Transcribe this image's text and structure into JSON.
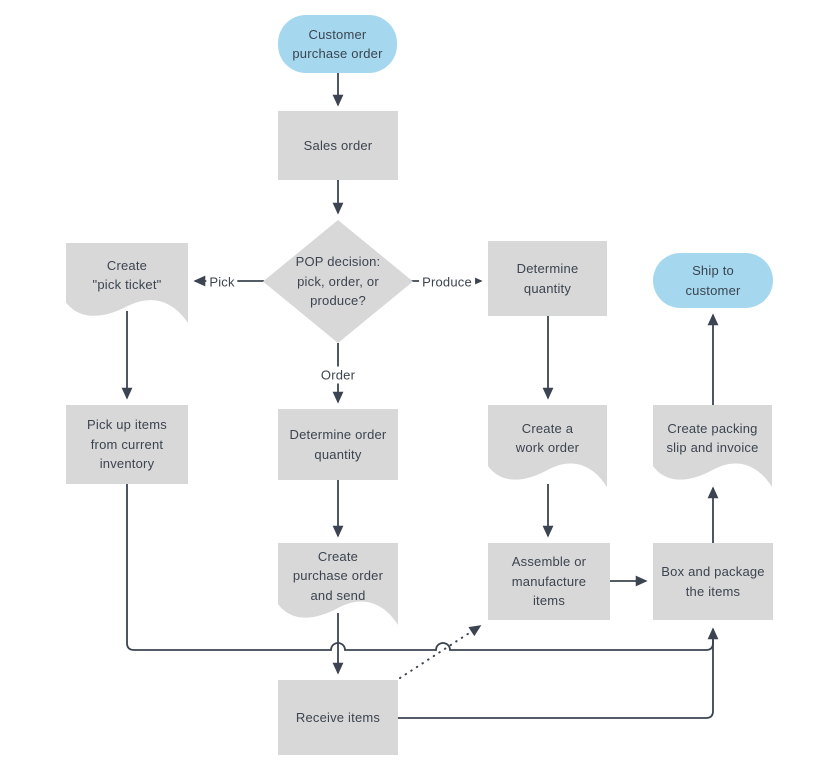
{
  "diagram": {
    "colors": {
      "background": "#ffffff",
      "node_fill": "#d8d8d8",
      "terminator_fill": "#a5d8ee",
      "line": "#3b4450",
      "text": "#3b4450"
    },
    "nodes": {
      "customer_purchase_order": {
        "type": "terminator",
        "label": "Customer\npurchase order"
      },
      "sales_order": {
        "type": "process",
        "label": "Sales order"
      },
      "pop_decision": {
        "type": "decision",
        "label": "POP decision:\npick, order, or\nproduce?"
      },
      "create_pick_ticket": {
        "type": "document",
        "label": "Create\n\"pick ticket\""
      },
      "determine_quantity": {
        "type": "process",
        "label": "Determine\nquantity"
      },
      "ship_to_customer": {
        "type": "terminator",
        "label": "Ship to\ncustomer"
      },
      "pick_up_items": {
        "type": "process",
        "label": "Pick up items\nfrom current\ninventory"
      },
      "determine_order_quantity": {
        "type": "process",
        "label": "Determine order\nquantity"
      },
      "create_work_order": {
        "type": "document",
        "label": "Create a\nwork order"
      },
      "create_packing_slip": {
        "type": "document",
        "label": "Create packing\nslip and invoice"
      },
      "create_purchase_order": {
        "type": "document",
        "label": "Create\npurchase order\nand send"
      },
      "assemble_items": {
        "type": "process",
        "label": "Assemble or\nmanufacture\nitems"
      },
      "box_and_package": {
        "type": "process",
        "label": "Box and package\nthe items"
      },
      "receive_items": {
        "type": "process",
        "label": "Receive items"
      }
    },
    "edge_labels": {
      "pick": "Pick",
      "produce": "Produce",
      "order": "Order"
    }
  }
}
